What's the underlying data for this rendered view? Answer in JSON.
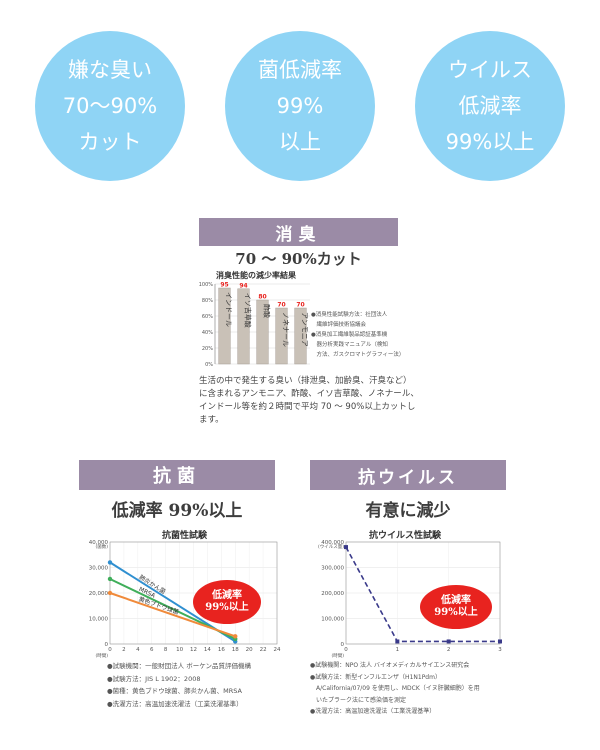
{
  "circles": [
    {
      "lines": [
        "嫌な臭い",
        "70〜90%",
        "カット"
      ]
    },
    {
      "lines": [
        "菌低減率",
        "99%",
        "以上"
      ]
    },
    {
      "lines": [
        "ウイルス",
        "低減率",
        "99%以上"
      ]
    }
  ],
  "deodorant": {
    "header": "消臭",
    "subtitle": "70 〜 90%カット",
    "notes": [
      "●消臭性能試験方法：社団法人",
      "　繊維評価技術協議会",
      "●消臭加工繊維製品認証基準機",
      "　器分析実践マニュアル（検知",
      "　方法、ガスクロマトグラフィー法）"
    ],
    "paragraph": [
      "生活の中で発生する臭い（排泄臭、加齢臭、汗臭など）",
      "に含まれるアンモニア、酢酸、イソ吉草酸、ノネナール、",
      "インドール等を約２時間で平均 70 〜 90%以上カットし",
      "ます。"
    ]
  },
  "antibacterial": {
    "header": "抗菌",
    "subtitle": "低減率 99%以上",
    "badge": [
      "低減率",
      "99%以上"
    ],
    "notes": [
      "●試験機関：一般財団法人 ボーケン品質評価機構",
      "●試験方法：JIS L 1902：2008",
      "●菌種：黄色ブドウ球菌、肺炎かん菌、MRSA",
      "●洗濯方法：高温加速洗濯法（工業洗濯基準）"
    ]
  },
  "antiviral": {
    "header": "抗ウイルス",
    "subtitle": "有意に減少",
    "badge": [
      "低減率",
      "99%以上"
    ],
    "notes": [
      "●試験機関：NPO 法人 バイオメディカルサイエンス研究会",
      "●試験方法：新型インフルエンザ（H1N1Pdm）",
      "　A/California/07/09 を使用し、MDCK（イヌ肝臓細胞）を用",
      "　いたプラーク法にて感染価を測定",
      "●洗濯方法：高温加速洗濯法（工業洗濯基準）"
    ]
  },
  "chart_data": [
    {
      "type": "bar",
      "title": "消臭性能の減少率結果",
      "categories": [
        "インドール",
        "イソ吉草酸",
        "酢酸",
        "ノネナール",
        "アンモニア"
      ],
      "values": [
        95,
        94,
        80,
        70,
        70
      ],
      "ylim": [
        0,
        100
      ],
      "yticks": [
        "0%",
        "20%",
        "40%",
        "60%",
        "80%",
        "100%"
      ],
      "label_color": "#e8231f",
      "bar_color": "#c9c1b7"
    },
    {
      "type": "line",
      "title": "抗菌性試験",
      "ylabel": "(菌数)",
      "xlabel": "(時間)",
      "x": [
        0,
        18
      ],
      "xticks": [
        "0",
        "2",
        "4",
        "6",
        "8",
        "10",
        "12",
        "14",
        "16",
        "18",
        "20",
        "22",
        "24"
      ],
      "ylim": [
        0,
        40000
      ],
      "yticks": [
        "0",
        "10,000",
        "20,000",
        "30,000",
        "40,000"
      ],
      "series": [
        {
          "name": "肺炎かん菌",
          "values": [
            32000,
            1000
          ],
          "color": "#2f8fd0"
        },
        {
          "name": "MRSA",
          "values": [
            25500,
            2000
          ],
          "color": "#3fae5a"
        },
        {
          "name": "黄色ブドウ球菌",
          "values": [
            20000,
            3000
          ],
          "color": "#f08a3a"
        }
      ]
    },
    {
      "type": "line",
      "title": "抗ウイルス性試験",
      "ylabel": "(ウイルス量)",
      "xlabel": "(時間)",
      "x": [
        0,
        1,
        2,
        3
      ],
      "xticks": [
        "0",
        "1",
        "2",
        "3"
      ],
      "ylim": [
        0,
        400000
      ],
      "yticks": [
        "0",
        "100,000",
        "200,000",
        "300,000",
        "400,000"
      ],
      "series": [
        {
          "values": [
            380000,
            10000,
            10000,
            10000
          ],
          "color": "#3a3a8a"
        }
      ]
    }
  ]
}
